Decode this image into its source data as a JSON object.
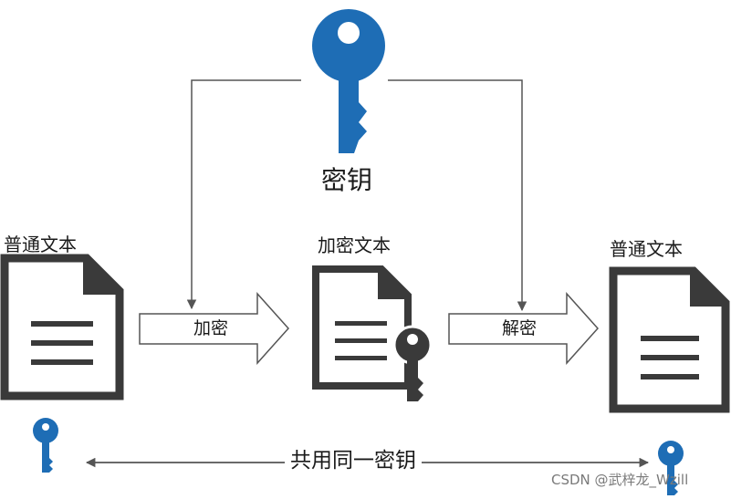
{
  "labels": {
    "key": "密钥",
    "plaintext_left": "普通文本",
    "ciphertext": "加密文本",
    "plaintext_right": "普通文本",
    "encrypt": "加密",
    "decrypt": "解密",
    "shared_key": "共用同一密钥"
  },
  "watermark": "CSDN @武梓龙_Wzill",
  "colors": {
    "key_blue": "#1e6db5",
    "doc_dark": "#3a3a3a",
    "line": "#555555"
  },
  "icons": [
    "key-icon",
    "document-icon",
    "lock-key-icon",
    "arrow-icon"
  ]
}
